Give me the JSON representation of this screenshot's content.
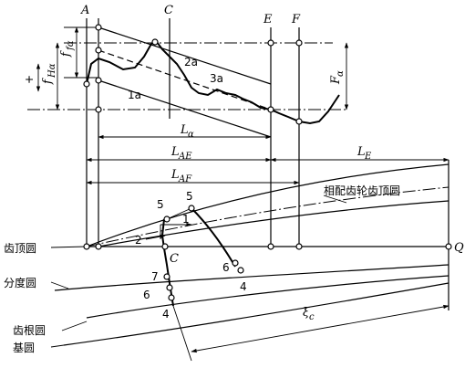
{
  "points": {
    "A": "A",
    "C": "C",
    "E": "E",
    "F": "F",
    "Q": "Q"
  },
  "curve_labels": {
    "a1": "1a",
    "a2": "2a",
    "a3": "3a"
  },
  "deviations": {
    "f_fa": "f",
    "f_fa_sub": "fα",
    "f_Ha": "f",
    "f_Ha_sub": "Hα",
    "F_a": "F",
    "F_a_sub": "α",
    "plus": "+"
  },
  "lengths": {
    "L_a": "L",
    "L_a_sub": "α",
    "L_AE": "L",
    "L_AE_sub": "AE",
    "L_AF": "L",
    "L_AF_sub": "AF",
    "L_E": "L",
    "L_E_sub": "E",
    "xi_c": "ξ",
    "xi_c_sub": "c"
  },
  "circles": {
    "tip": "齿顶圆",
    "pitch": "分度圆",
    "root": "齿根圆",
    "base": "基圆",
    "mating_tip": "相配齿轮齿顶圆"
  },
  "markers": {
    "n1": "1",
    "n2": "2",
    "n4a": "4",
    "n4b": "4",
    "n5a": "5",
    "n5b": "5",
    "n6a": "6",
    "n6b": "6",
    "n7": "7"
  }
}
